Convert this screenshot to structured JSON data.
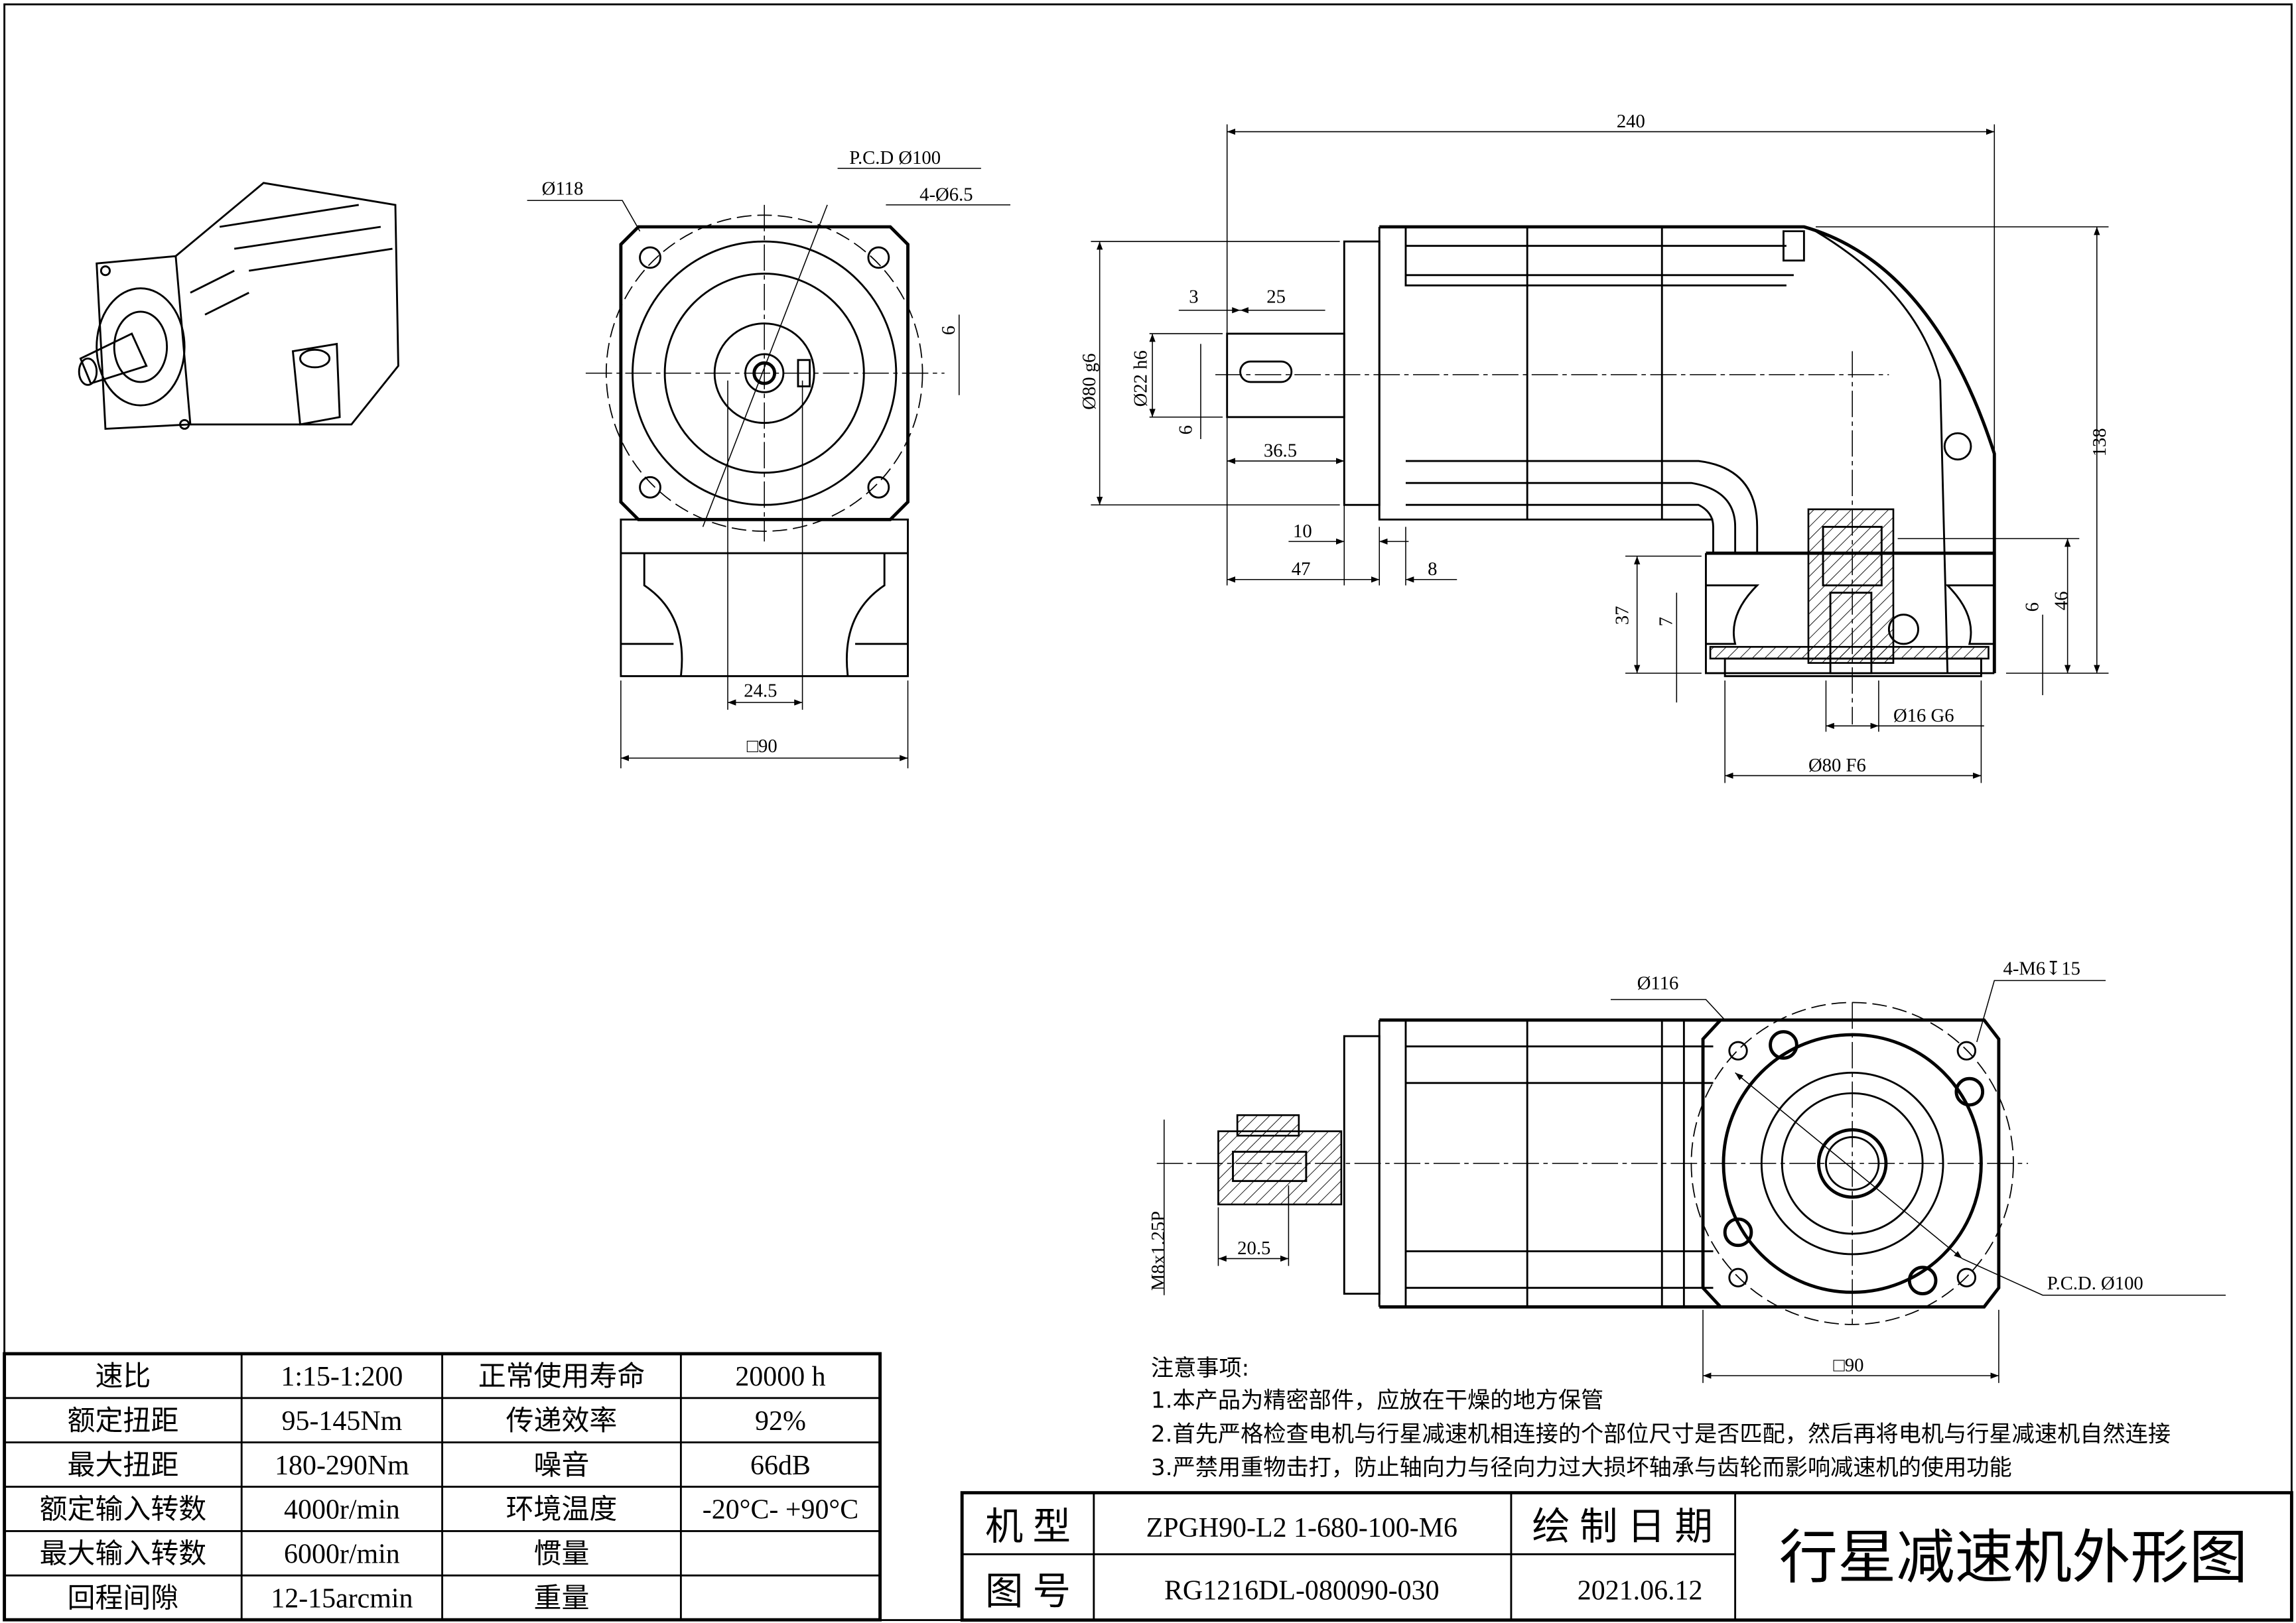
{
  "front_view": {
    "dim_flange_dia": "Ø118",
    "dim_pcd": "P.C.D Ø100",
    "dim_holes": "4-Ø6.5",
    "dim_key": "6",
    "dim_offset": "24.5",
    "dim_square": "□90"
  },
  "side_view": {
    "dim_length": "240",
    "dim_height": "138",
    "dim_pilot": "Ø80 g6",
    "dim_shaft": "Ø22 h6",
    "dim_key_offset": "3",
    "dim_key_len": "25",
    "dim_key_w": "6",
    "dim_shaft_len": "36.5",
    "dim_pilot_len": "10",
    "dim_total_shaft": "47",
    "dim_flange_t": "8",
    "dim_37": "37",
    "dim_7": "7",
    "dim_6": "6",
    "dim_46": "46",
    "dim_out_bore": "Ø16 G6",
    "dim_out_pilot": "Ø80 F6"
  },
  "bottom_view": {
    "dim_dia": "Ø116",
    "dim_threads": "4-M6↧15",
    "dim_depth": "20.5",
    "dim_thread": "M8x1.25P",
    "dim_pcd": "P.C.D.  Ø100",
    "dim_square": "□90"
  },
  "notes": {
    "heading": "注意事项:",
    "items": [
      "1.本产品为精密部件，应放在干燥的地方保管",
      "2.首先严格检查电机与行星减速机相连接的个部位尺寸是否匹配，然后再将电机与行星减速机自然连接",
      "3.严禁用重物击打，防止轴向力与径向力过大损坏轴承与齿轮而影响减速机的使用功能"
    ]
  },
  "spec_table": {
    "rows": [
      [
        "速比",
        "1:15-1:200",
        "正常使用寿命",
        "20000 h"
      ],
      [
        "额定扭距",
        "95-145Nm",
        "传递效率",
        "92%"
      ],
      [
        "最大扭距",
        "180-290Nm",
        "噪音",
        "66dB"
      ],
      [
        "额定输入转数",
        "4000r/min",
        "环境温度",
        "-20°C- +90°C"
      ],
      [
        "最大输入转数",
        "6000r/min",
        "惯量",
        ""
      ],
      [
        "回程间隙",
        "12-15arcmin",
        "重量",
        ""
      ]
    ]
  },
  "title_block": {
    "model_label": "机 型",
    "model_value": "ZPGH90-L2 1-680-100-M6",
    "date_label": "绘 制 日 期",
    "drawing_no_label": "图 号",
    "drawing_no_value": "RG1216DL-080090-030",
    "date_value": "2021.06.12",
    "title": "行星减速机外形图"
  }
}
